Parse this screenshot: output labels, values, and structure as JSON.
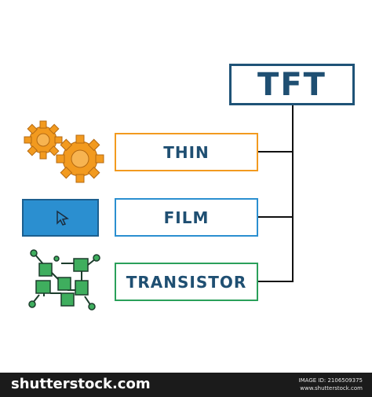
{
  "title": "TFT",
  "terms": [
    {
      "label": "THIN",
      "color": "#f29a1f",
      "icon": "gears-icon"
    },
    {
      "label": "FILM",
      "color": "#2b8fd0",
      "icon": "display-cursor-icon"
    },
    {
      "label": "TRANSISTOR",
      "color": "#2aa05a",
      "icon": "circuit-icon"
    }
  ],
  "footer": {
    "brand": "shutterstock.com",
    "id_line": "IMAGE ID: 2106509375",
    "url_line": "www.shutterstock.com"
  },
  "colors": {
    "title_border": "#1f5377",
    "text": "#1f4f72",
    "connector": "#111111"
  }
}
